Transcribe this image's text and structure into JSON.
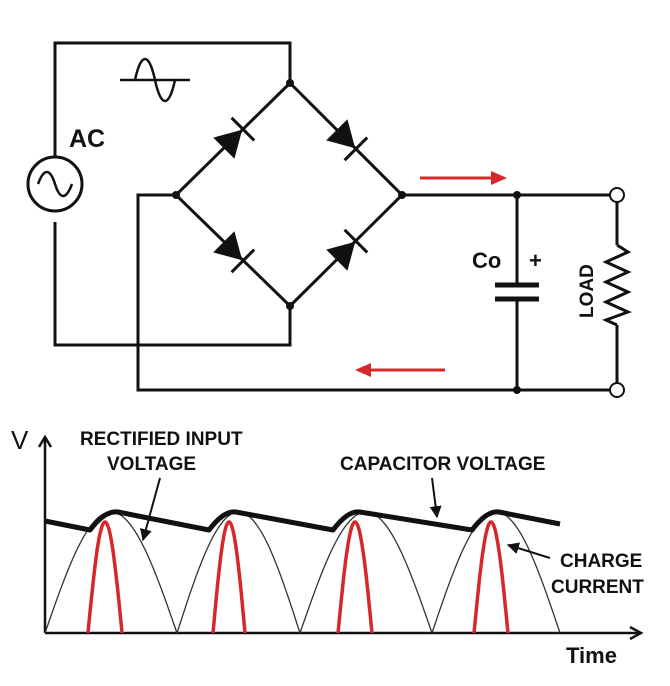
{
  "circuit": {
    "source_label": "AC",
    "capacitor_label": "Co",
    "capacitor_polarity": "+",
    "load_label": "LOAD"
  },
  "waveform": {
    "axis_v_label": "V",
    "axis_time_label": "Time",
    "label_rectified": "RECTIFIED INPUT VOLTAGE",
    "label_rectified_line1": "RECTIFIED INPUT",
    "label_rectified_line2": "VOLTAGE",
    "label_capacitor": "CAPACITOR VOLTAGE",
    "label_charge_line1": "CHARGE",
    "label_charge_line2": "CURRENT"
  },
  "colors": {
    "wire": "#111111",
    "arrow_current": "#d62828",
    "charge_current": "#d62828",
    "terminal": "#ffffff"
  }
}
